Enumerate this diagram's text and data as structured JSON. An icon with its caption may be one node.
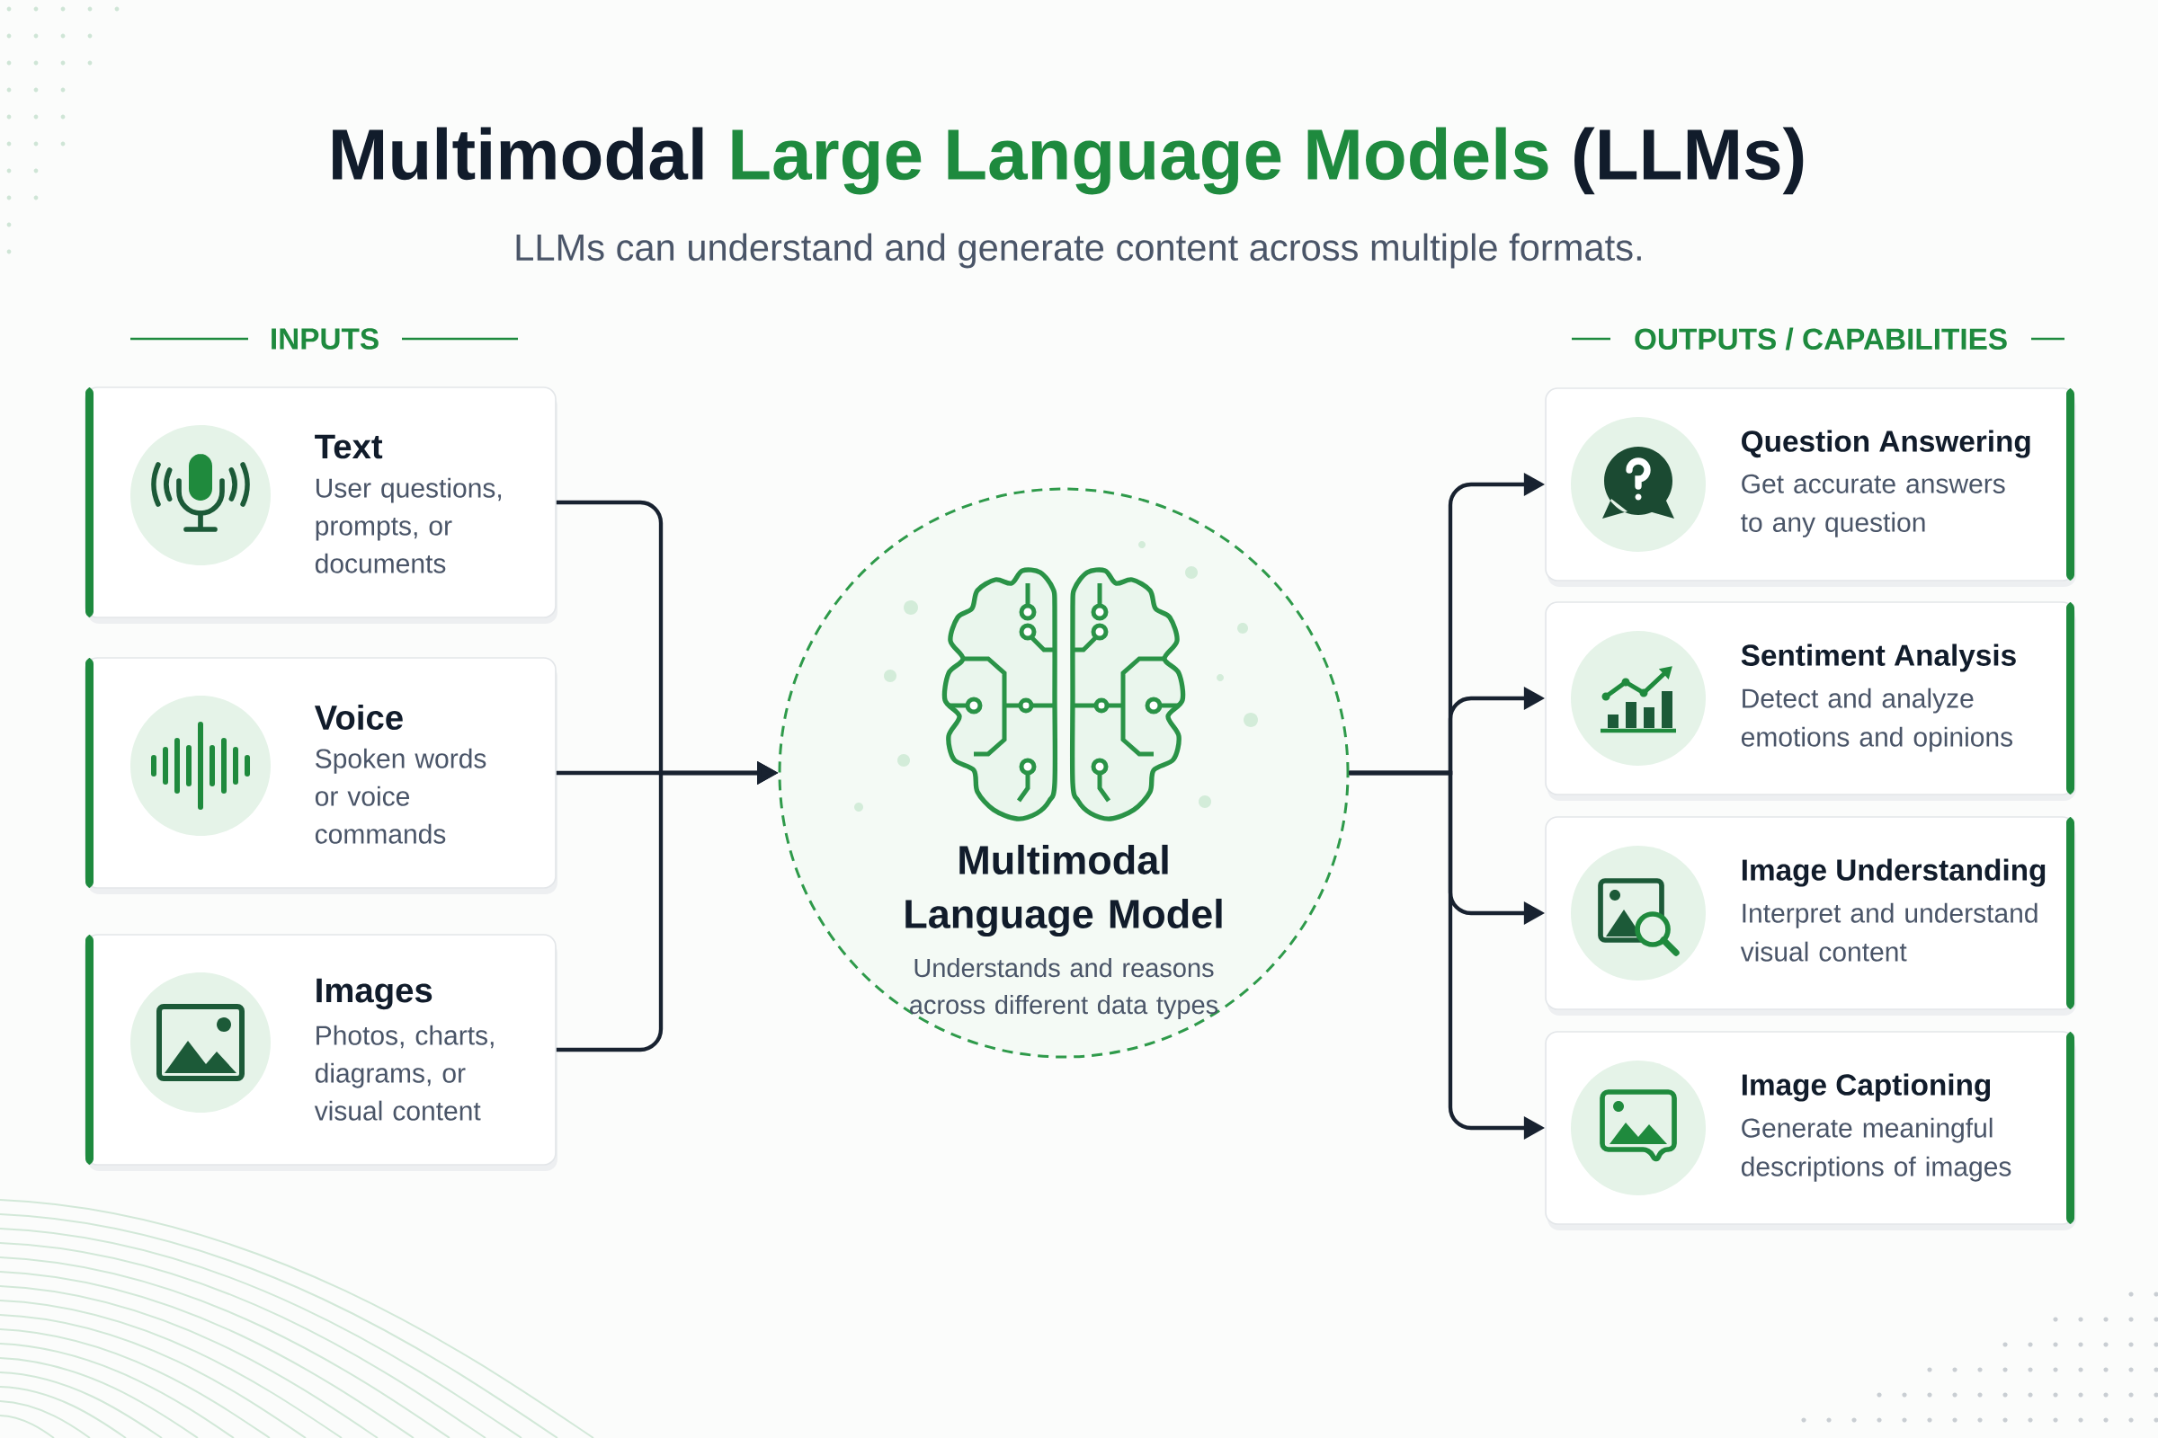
{
  "diagram": {
    "title": "Multimodal Large Language Models (LLMs)",
    "nodes": [
      {
        "text": [
          "Text",
          "User questions, prompts, or documents"
        ]
      },
      {
        "text": [
          "Voice",
          "Spoken words or voice commands"
        ]
      },
      {
        "text": [
          "Images",
          "Photos, charts, diagrams, or visual content"
        ]
      },
      {
        "text": [
          "Multimodal Language Model",
          "Understands and reasons across different data types"
        ]
      },
      {
        "text": [
          "Question Answering",
          "Get accurate answers to any question"
        ]
      },
      {
        "text": [
          "Sentiment Analysis",
          "Detect and analyze emotions and opinions"
        ]
      },
      {
        "text": [
          "Image Understanding",
          "Interpret and understand visual content"
        ]
      },
      {
        "text": [
          "Image Captioning",
          "Generate meaningful descriptions of images"
        ]
      }
    ],
    "edges": [
      {
        "from": 0,
        "to": 3,
        "arrow": "to"
      },
      {
        "from": 1,
        "to": 3,
        "arrow": "to"
      },
      {
        "from": 2,
        "to": 3,
        "arrow": "to"
      },
      {
        "from": 3,
        "to": 4,
        "arrow": "to"
      },
      {
        "from": 3,
        "to": 5,
        "arrow": "to"
      },
      {
        "from": 3,
        "to": 6,
        "arrow": "to"
      },
      {
        "from": 3,
        "to": 7,
        "arrow": "to"
      }
    ],
    "labels": [
      "LLMs can understand and generate content across multiple formats.",
      "INPUTS",
      "OUTPUTS / CAPABILITIES"
    ]
  }
}
